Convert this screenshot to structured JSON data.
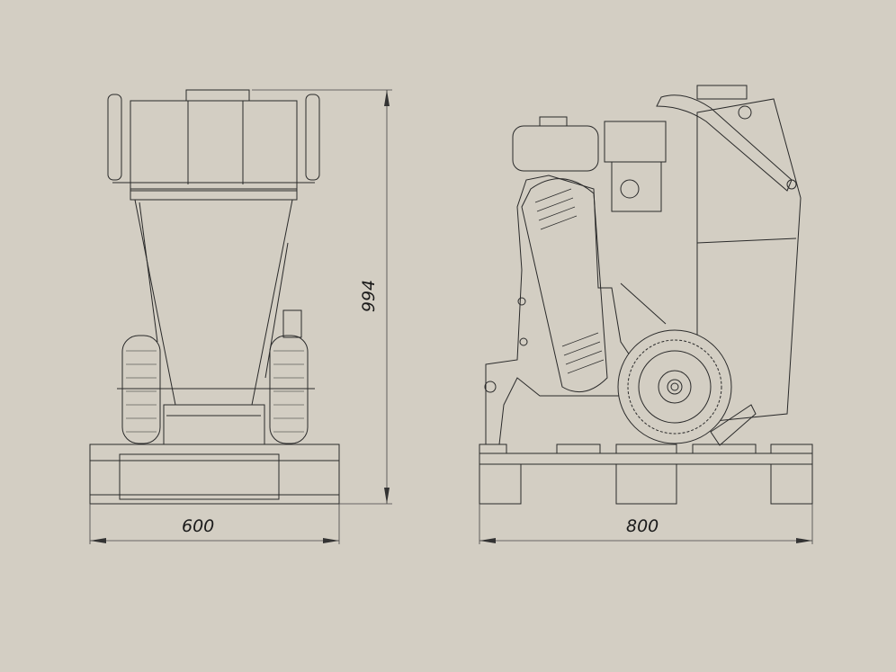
{
  "dimensions": {
    "front_width": "600",
    "height": "994",
    "side_length": "800"
  },
  "colors": {
    "background": "#d3cec3",
    "line": "#2a2a2a"
  }
}
